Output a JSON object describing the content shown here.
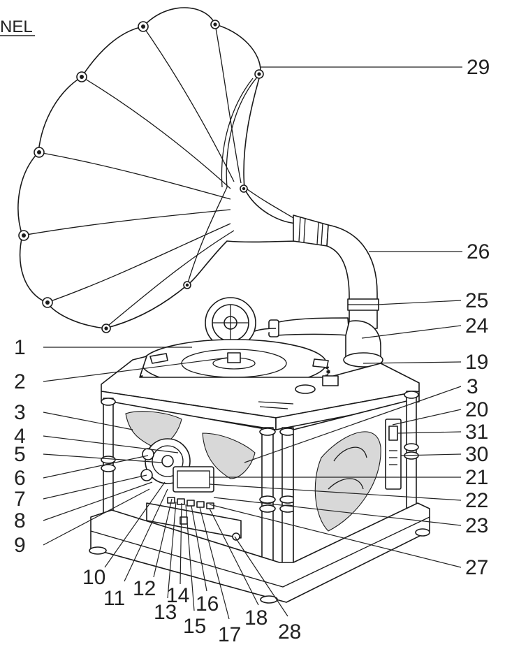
{
  "header": {
    "text": "NEL"
  },
  "callouts": [
    {
      "n": "29"
    },
    {
      "n": "26"
    },
    {
      "n": "25"
    },
    {
      "n": "24"
    },
    {
      "n": "1"
    },
    {
      "n": "19"
    },
    {
      "n": "2"
    },
    {
      "n": "3"
    },
    {
      "n": "3"
    },
    {
      "n": "20"
    },
    {
      "n": "4"
    },
    {
      "n": "31"
    },
    {
      "n": "5"
    },
    {
      "n": "30"
    },
    {
      "n": "6"
    },
    {
      "n": "21"
    },
    {
      "n": "7"
    },
    {
      "n": "22"
    },
    {
      "n": "8"
    },
    {
      "n": "23"
    },
    {
      "n": "9"
    },
    {
      "n": "27"
    },
    {
      "n": "10"
    },
    {
      "n": "11"
    },
    {
      "n": "12"
    },
    {
      "n": "13"
    },
    {
      "n": "14"
    },
    {
      "n": "15"
    },
    {
      "n": "16"
    },
    {
      "n": "17"
    },
    {
      "n": "18"
    },
    {
      "n": "28"
    }
  ]
}
